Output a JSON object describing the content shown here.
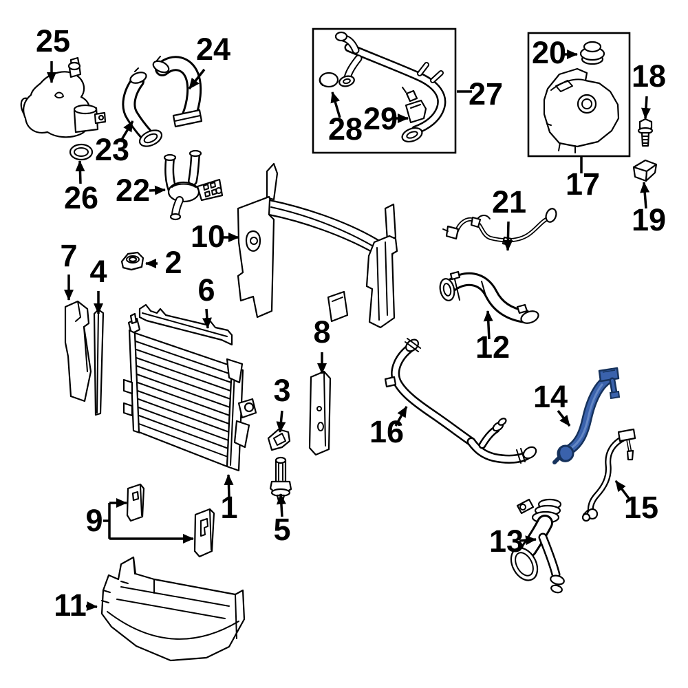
{
  "diagram": {
    "type": "exploded-parts-diagram",
    "callouts": [
      "1",
      "2",
      "3",
      "4",
      "5",
      "6",
      "7",
      "8",
      "9",
      "10",
      "11",
      "12",
      "13",
      "14",
      "15",
      "16",
      "17",
      "18",
      "19",
      "20",
      "21",
      "22",
      "23",
      "24",
      "25",
      "26",
      "27",
      "28",
      "29"
    ],
    "highlighted_callout": "14",
    "colors": {
      "background": "#ffffff",
      "line": "#000000",
      "highlight_fill": "#3a62ac",
      "highlight_outline": "#16325c"
    }
  }
}
